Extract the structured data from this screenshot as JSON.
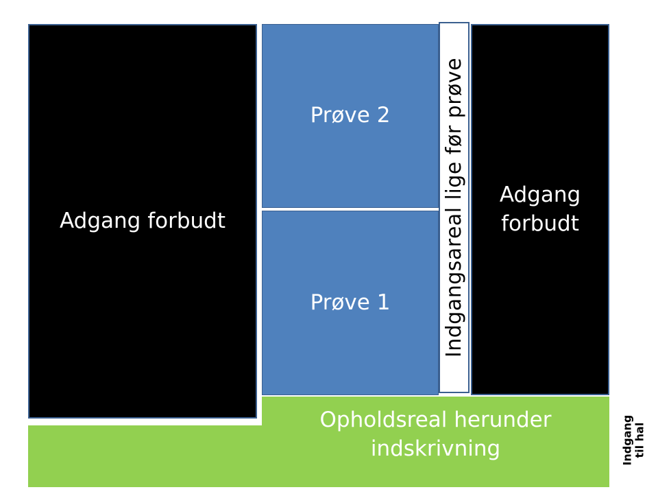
{
  "zones": {
    "forbidden_left": {
      "label": "Adgang forbudt"
    },
    "forbidden_right": {
      "line1": "Adgang",
      "line2": "forbudt"
    },
    "test_2": {
      "label": "Prøve 2"
    },
    "test_1": {
      "label": "Prøve 1"
    },
    "entry_area": {
      "label": "Indgangsareal lige før prøve"
    },
    "lounge": {
      "line1": "Opholdsreal herunder",
      "line2": "indskrivning"
    },
    "hall_entry": {
      "line1": "Indgang",
      "line2": "til hal"
    }
  },
  "colors": {
    "forbidden": "#000000",
    "test": "#4f81bd",
    "lounge": "#92d050",
    "border": "#3a5f8f"
  }
}
